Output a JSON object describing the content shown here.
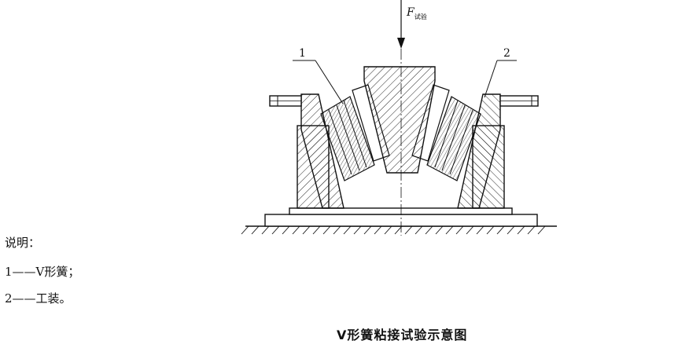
{
  "force_label": {
    "main": "F",
    "sub": "试验"
  },
  "callouts": [
    {
      "number": "1"
    },
    {
      "number": "2"
    }
  ],
  "legend": {
    "heading": "说明：",
    "items": [
      {
        "number": "1",
        "dash": "——",
        "text": "V形簧；"
      },
      {
        "number": "2",
        "dash": "——",
        "text": "工装。"
      }
    ]
  },
  "caption": "V形簧粘接试验示意图",
  "colors": {
    "ink": "#111111",
    "background": "#ffffff"
  }
}
